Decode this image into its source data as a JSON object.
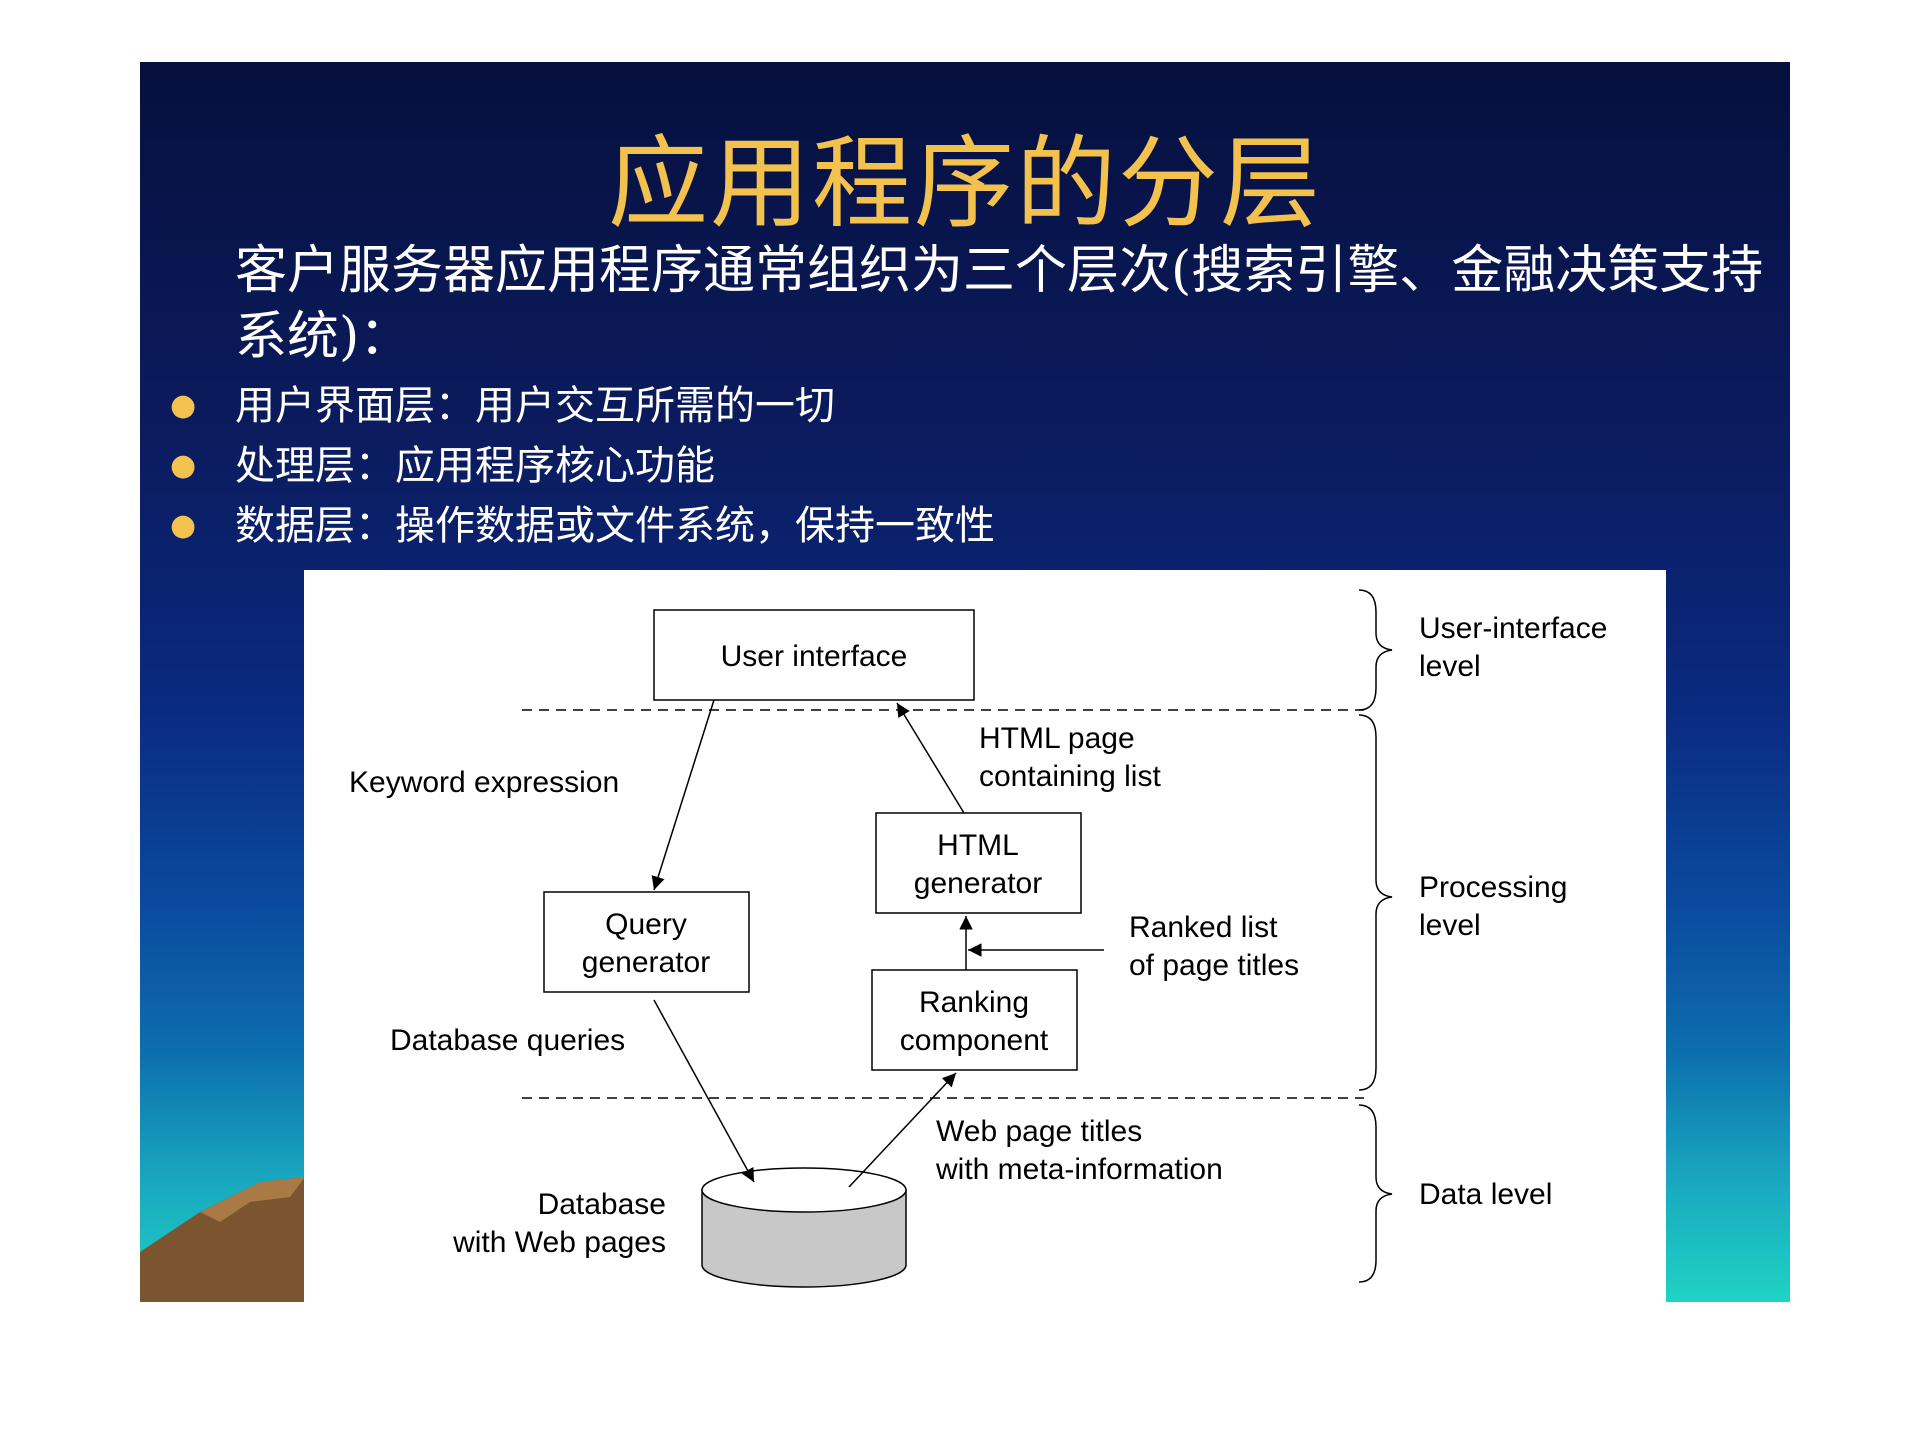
{
  "slide": {
    "title": "应用程序的分层",
    "intro": "客户服务器应用程序通常组织为三个层次(搜索引擎、金融决策支持系统)：",
    "bullets": [
      "用户界面层：用户交互所需的一切",
      "处理层：应用程序核心功能",
      "数据层：操作数据或文件系统，保持一致性"
    ],
    "colors": {
      "title": "#f2c14e",
      "text": "#ffffff",
      "bullet": "#f2c14e"
    }
  },
  "diagram": {
    "boxes": {
      "user_interface": "User interface",
      "html_generator": [
        "HTML",
        "generator"
      ],
      "query_generator": [
        "Query",
        "generator"
      ],
      "ranking_component": [
        "Ranking",
        "component"
      ]
    },
    "labels": {
      "keyword_expression": "Keyword expression",
      "html_page": [
        "HTML page",
        "containing list"
      ],
      "ranked_list": [
        "Ranked list",
        "of page titles"
      ],
      "database_queries": "Database queries",
      "web_page_titles": [
        "Web page titles",
        "with meta-information"
      ],
      "database": [
        "Database",
        "with Web pages"
      ]
    },
    "levels": {
      "user_interface": [
        "User-interface",
        "level"
      ],
      "processing": [
        "Processing",
        "level"
      ],
      "data": "Data level"
    }
  }
}
